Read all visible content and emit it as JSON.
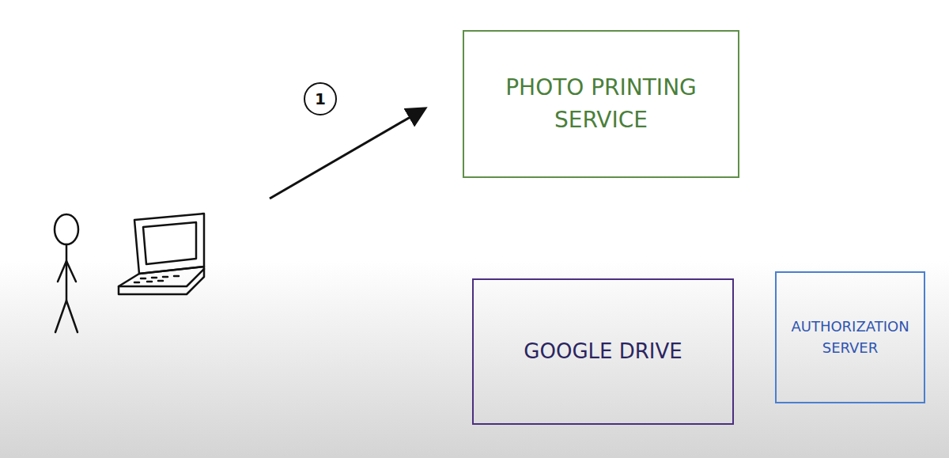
{
  "diagram": {
    "nodes": [
      {
        "text": [
          "PHOTO PRINTING SERVICE"
        ]
      },
      {
        "text": [
          "GOOGLE DRIVE"
        ]
      },
      {
        "text": [
          "AUTHORIZATION SERVER"
        ]
      }
    ],
    "labels": [
      "1"
    ]
  }
}
